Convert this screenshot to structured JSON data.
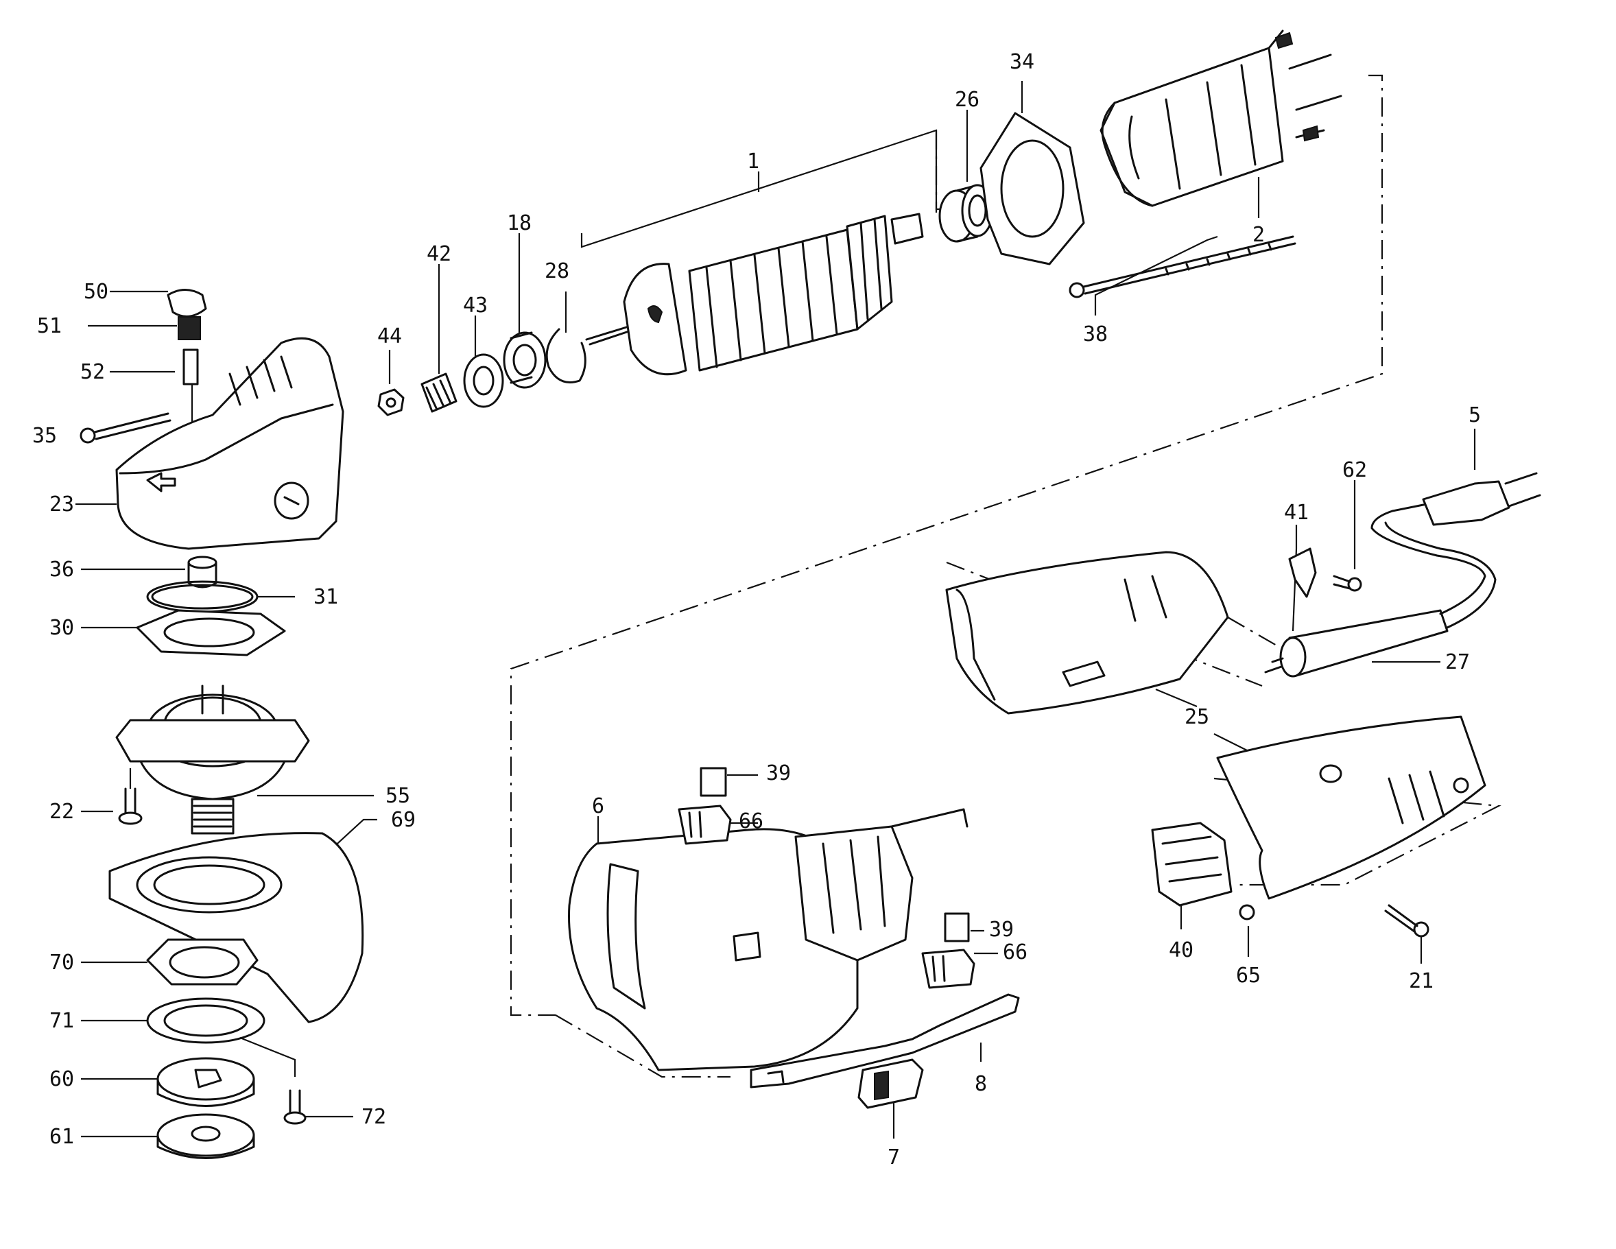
{
  "parts": [
    {
      "id": "p1",
      "label": "1"
    },
    {
      "id": "p2",
      "label": "2"
    },
    {
      "id": "p5",
      "label": "5"
    },
    {
      "id": "p6",
      "label": "6"
    },
    {
      "id": "p7",
      "label": "7"
    },
    {
      "id": "p8",
      "label": "8"
    },
    {
      "id": "p18",
      "label": "18"
    },
    {
      "id": "p21",
      "label": "21"
    },
    {
      "id": "p22",
      "label": "22"
    },
    {
      "id": "p23",
      "label": "23"
    },
    {
      "id": "p25",
      "label": "25"
    },
    {
      "id": "p26",
      "label": "26"
    },
    {
      "id": "p27",
      "label": "27"
    },
    {
      "id": "p28",
      "label": "28"
    },
    {
      "id": "p30",
      "label": "30"
    },
    {
      "id": "p31",
      "label": "31"
    },
    {
      "id": "p34",
      "label": "34"
    },
    {
      "id": "p35",
      "label": "35"
    },
    {
      "id": "p36",
      "label": "36"
    },
    {
      "id": "p38",
      "label": "38"
    },
    {
      "id": "p39a",
      "label": "39"
    },
    {
      "id": "p39b",
      "label": "39"
    },
    {
      "id": "p40",
      "label": "40"
    },
    {
      "id": "p41",
      "label": "41"
    },
    {
      "id": "p42",
      "label": "42"
    },
    {
      "id": "p43",
      "label": "43"
    },
    {
      "id": "p44",
      "label": "44"
    },
    {
      "id": "p50",
      "label": "50"
    },
    {
      "id": "p51",
      "label": "51"
    },
    {
      "id": "p52",
      "label": "52"
    },
    {
      "id": "p55",
      "label": "55"
    },
    {
      "id": "p60",
      "label": "60"
    },
    {
      "id": "p61",
      "label": "61"
    },
    {
      "id": "p62",
      "label": "62"
    },
    {
      "id": "p65",
      "label": "65"
    },
    {
      "id": "p66a",
      "label": "66"
    },
    {
      "id": "p66b",
      "label": "66"
    },
    {
      "id": "p69",
      "label": "69"
    },
    {
      "id": "p70",
      "label": "70"
    },
    {
      "id": "p71",
      "label": "71"
    },
    {
      "id": "p72",
      "label": "72"
    }
  ]
}
